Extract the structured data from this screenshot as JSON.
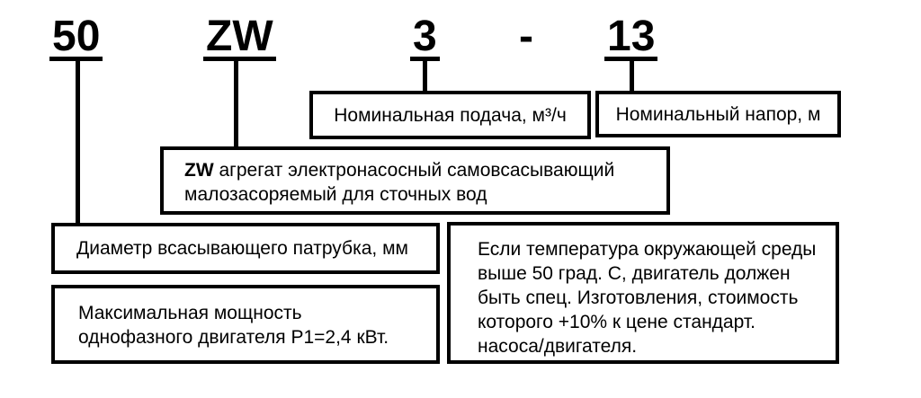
{
  "model_code": {
    "size": "50",
    "series": "ZW",
    "flow": "3",
    "separator": "-",
    "head": "13"
  },
  "callouts": {
    "flow": "Номинальная подача, м³/ч",
    "head": "Номинальный напор, м",
    "series_bold": "ZW",
    "series_rest": "агрегат электронасосный самовсасывающий малозасоряемый для сточных вод",
    "diameter": "Диаметр всасывающего патрубка, мм",
    "power": "Максимальная мощность однофазного двигателя P1=2,4 кВт.",
    "temperature_note": "Если температура окружающей среды выше 50 град. С, двигатель должен быть спец. Изготовления, стоимость которого +10% к цене стандарт. насоса/двигателя."
  },
  "colors": {
    "line": "#000000",
    "background": "#ffffff",
    "text": "#000000"
  }
}
